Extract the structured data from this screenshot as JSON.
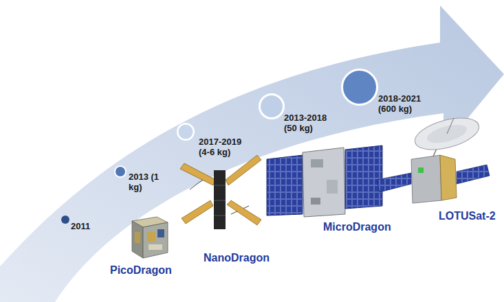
{
  "diagram": {
    "nodes": [
      {
        "text": [
          "2011"
        ]
      },
      {
        "text": [
          "2013 (1 kg)"
        ]
      },
      {
        "text": [
          "2017-2019 (4-6 kg)"
        ]
      },
      {
        "text": [
          "2013-2018 (50 kg)"
        ]
      },
      {
        "text": [
          "2018-2021 (600 kg)"
        ]
      }
    ],
    "labels": [
      "PicoDragon",
      "NanoDragon",
      "MicroDragon",
      "LOTUSat-2"
    ]
  }
}
